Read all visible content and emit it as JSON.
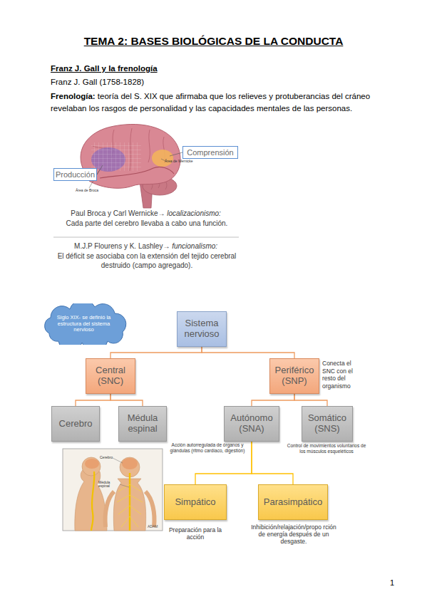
{
  "diagram": {
    "title": "TEMA 2: BASES BIOLÓGICAS DE LA CONDUCTA",
    "nodes": [
      {
        "text": [
          "Comprensión"
        ]
      },
      {
        "text": [
          "Producción"
        ]
      },
      {
        "text": [
          "Siglo XIX- se definió la estructura del sistema nervioso"
        ]
      },
      {
        "text": [
          "Sistema nervioso"
        ]
      },
      {
        "text": [
          "Central (SNC)"
        ]
      },
      {
        "text": [
          "Periférico (SNP)"
        ]
      },
      {
        "text": [
          "Cerebro"
        ]
      },
      {
        "text": [
          "Médula espinal"
        ]
      },
      {
        "text": [
          "Autónomo (SNA)"
        ]
      },
      {
        "text": [
          "Somático (SNS)"
        ]
      },
      {
        "text": [
          "Simpático"
        ]
      },
      {
        "text": [
          "Parasimpático"
        ]
      }
    ],
    "edges": [
      {
        "from": 3,
        "to": 4,
        "arrow": "none"
      },
      {
        "from": 3,
        "to": 5,
        "arrow": "none"
      },
      {
        "from": 4,
        "to": 6,
        "arrow": "none"
      },
      {
        "from": 4,
        "to": 7,
        "arrow": "none"
      },
      {
        "from": 5,
        "to": 8,
        "arrow": "none"
      },
      {
        "from": 5,
        "to": 9,
        "arrow": "none"
      },
      {
        "from": 8,
        "to": 10,
        "arrow": "none"
      },
      {
        "from": 8,
        "to": 11,
        "arrow": "none"
      }
    ],
    "labels": [
      "Franz J. Gall y la frenología",
      "Franz J. Gall (1758-1828)",
      "Frenología:",
      "teoría del S. XIX que afirmaba que los relieves y protuberancias del cráneo revelaban los rasgos de personalidad y las capacidades mentales de las personas.",
      "Área de Wernicke",
      "Área de Broca",
      "Paul Broca y Carl Wernicke→",
      "localizacionismo:",
      "Cada parte del cerebro llevaba a cabo una función.",
      "M.J.P Flourens y K. Lashley→",
      "funcionalismo:",
      "El déficit se asociaba con la extensión del tejido cerebral destruido (campo agregado).",
      "Conecta el SNC con el resto del organismo",
      "Acción autorregulada de órganos y glándulas (ritmo cardíaco, digestión)",
      "Control de movimientos voluntarios de los músculos esqueléticos",
      "Cerebro",
      "Médula espinal",
      "ADAM",
      "Preparación para la acción",
      "Inhibición/relajación/propo rción de energía después de un desgaste.",
      "1"
    ]
  }
}
